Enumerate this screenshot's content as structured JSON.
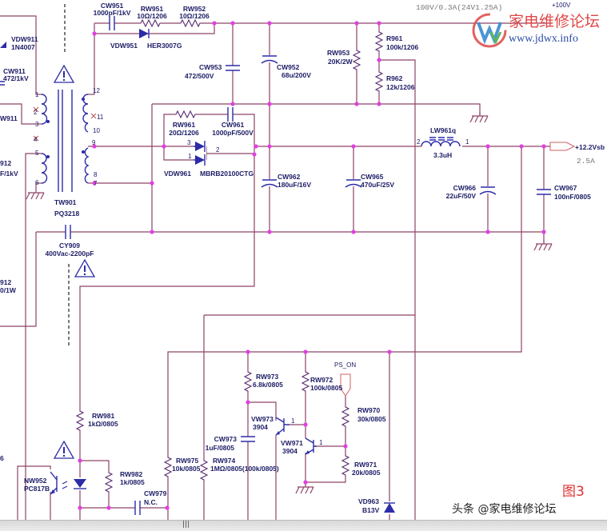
{
  "header": {
    "spec_note": "100V/0.3A(24V1.25A)",
    "rail_label": "+100V"
  },
  "watermark": {
    "logo_text": "家电维修论坛",
    "url": "www.jdwx.info"
  },
  "figure_label": "图3",
  "credit": "头条 @家电维修论坛",
  "colors": {
    "wire": "#8e4468",
    "junction": "#e040e0",
    "component": "#2c2ca8",
    "label": "#1c1c66",
    "figure_label": "#e03030"
  },
  "left_partial": [
    "VDW911",
    "1N4007",
    "CW911",
    "472/1kV",
    "W911",
    "912",
    "F/1kV",
    "912",
    "0/1W",
    "6"
  ],
  "components": {
    "CW951": {
      "ref": "CW951",
      "value": "1000pF/1kV"
    },
    "RW951": {
      "ref": "RW951",
      "value": "10Ω/1206"
    },
    "RW952": {
      "ref": "RW952",
      "value": "10Ω/1206"
    },
    "VDW951": {
      "ref": "VDW951",
      "value": "HER3007G"
    },
    "CW953": {
      "ref": "CW953",
      "value": "472/500V"
    },
    "CW952": {
      "ref": "CW952",
      "value": "68u/200V"
    },
    "RW953": {
      "ref": "RW953",
      "value": "20K/2W"
    },
    "R961": {
      "ref": "R961",
      "value": "100k/1206"
    },
    "R962": {
      "ref": "R962",
      "value": "12k/1206"
    },
    "TW901": {
      "ref": "TW901",
      "value": "PQ3218"
    },
    "RW961": {
      "ref": "RW961",
      "value": "20Ω/1206"
    },
    "CW961": {
      "ref": "CW961",
      "value": "1000pF/500V"
    },
    "VDW961": {
      "ref": "VDW961",
      "value": "MBRB20100CTG"
    },
    "CW962": {
      "ref": "CW962",
      "value": "180uF/16V"
    },
    "CW965": {
      "ref": "CW965",
      "value": "470uF/25V"
    },
    "LW961": {
      "ref": "LW961q",
      "value": "3.3uH"
    },
    "CW966": {
      "ref": "CW966",
      "value": "22uF/50V"
    },
    "CW967": {
      "ref": "CW967",
      "value": "100nF/0805"
    },
    "CY909": {
      "ref": "CY909",
      "value": "400Vac-2200pF"
    },
    "RW981": {
      "ref": "RW981",
      "value": "1kΩ/0805"
    },
    "NW952": {
      "ref": "NW952",
      "value": "PC817B"
    },
    "RW982": {
      "ref": "RW982",
      "value": "1k/0805"
    },
    "CW979": {
      "ref": "CW979",
      "value": "N.C."
    },
    "RW975": {
      "ref": "RW975",
      "value": "10k/0805"
    },
    "RW974": {
      "ref": "RW974",
      "value": "1MΩ/0805(100k/0805)"
    },
    "CW973": {
      "ref": "CW973",
      "value": "1uF/0805"
    },
    "RW973": {
      "ref": "RW973",
      "value": "6.8k/0805"
    },
    "VW973": {
      "ref": "VW973",
      "value": "3904"
    },
    "RW972": {
      "ref": "RW972",
      "value": "100k/0805"
    },
    "VW971": {
      "ref": "VW971",
      "value": "3904"
    },
    "RW970": {
      "ref": "RW970",
      "value": "30k/0805"
    },
    "RW971": {
      "ref": "RW971",
      "value": "20k/0805"
    },
    "VD963": {
      "ref": "VD963",
      "value": "B13V"
    }
  },
  "nets": {
    "output": "+12.2Vsb",
    "output_current": "2.5A",
    "ps_on": "PS_ON"
  },
  "pins": {
    "p1": "1",
    "p2": "2",
    "p3": "3",
    "p4": "4",
    "p5": "5",
    "p6": "6",
    "p7": "7",
    "p8": "8",
    "p9": "9",
    "p10": "10",
    "p11": "11",
    "p12": "12"
  }
}
